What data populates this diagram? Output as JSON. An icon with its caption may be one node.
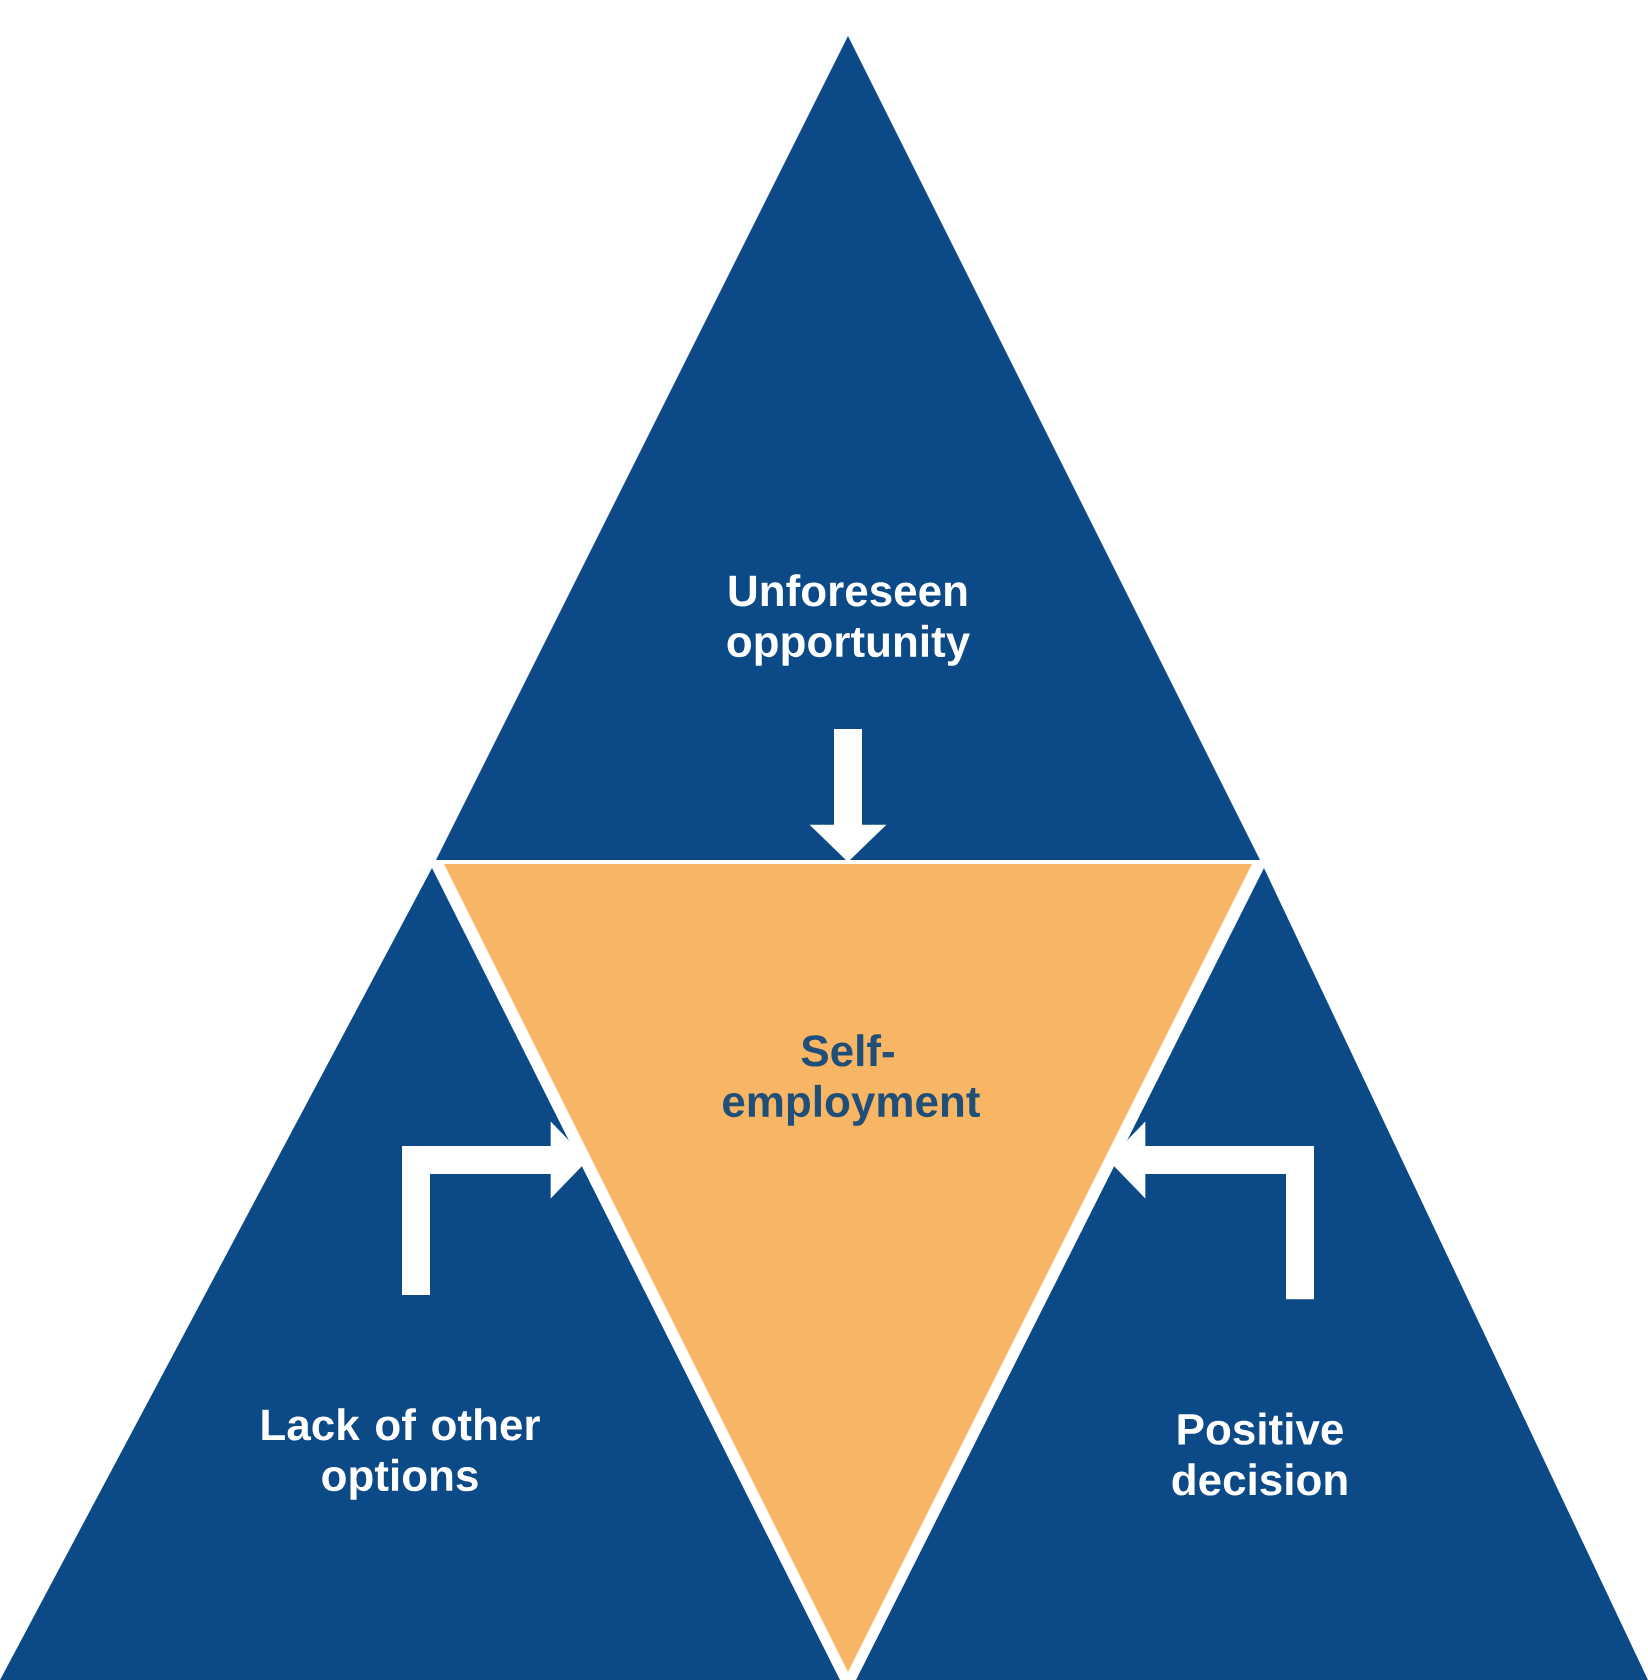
{
  "diagram": {
    "nodes": [
      {
        "text": [
          "Unforeseen opportunity"
        ]
      },
      {
        "text": [
          "Self-employment"
        ]
      },
      {
        "text": [
          "Lack of other options"
        ]
      },
      {
        "text": [
          "Positive decision"
        ]
      }
    ],
    "edges": [
      {
        "from": 0,
        "to": 1,
        "arrow": "to"
      },
      {
        "from": 2,
        "to": 1,
        "arrow": "to"
      },
      {
        "from": 3,
        "to": 1,
        "arrow": "to"
      }
    ]
  }
}
